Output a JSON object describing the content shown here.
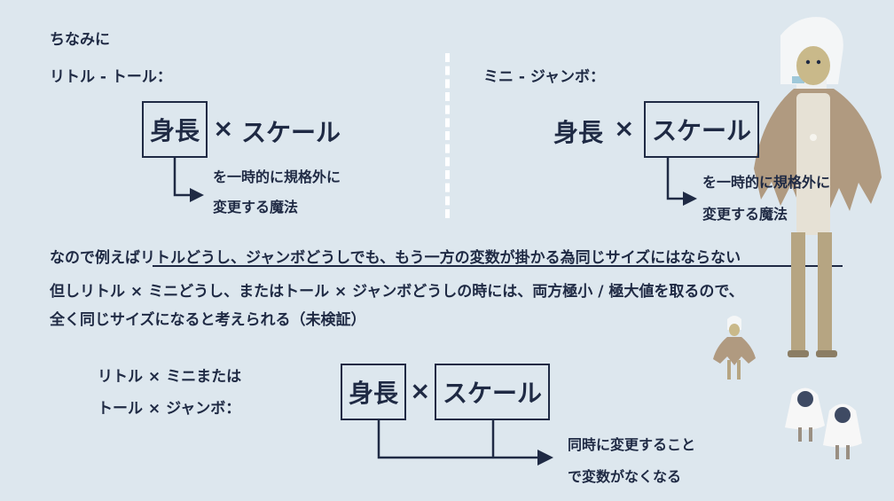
{
  "intro": "ちなみに",
  "left": {
    "heading": "リトル - トール：",
    "formula_a": "身長",
    "times": "×",
    "formula_b": "スケール",
    "note1": "を一時的に規格外に",
    "note2": "変更する魔法"
  },
  "right": {
    "heading": "ミニ - ジャンボ：",
    "formula_a": "身長",
    "times": "×",
    "formula_b": "スケール",
    "note1": "を一時的に規格外に",
    "note2": "変更する魔法"
  },
  "paragraph": {
    "line1": "なので例えばリトルどうし、ジャンボどうしでも、もう一方の変数が掛かる為同じサイズにはならない",
    "line2": "但しリトル × ミニどうし、またはトール × ジャンボどうしの時には、両方極小 / 極大値を取るので、",
    "line3": "全く同じサイズになると考えられる（未検証）"
  },
  "bottom": {
    "label1": "リトル × ミニまたは",
    "label2": "トール × ジャンボ：",
    "formula_a": "身長",
    "times": "×",
    "formula_b": "スケール",
    "note1": "同時に変更すること",
    "note2": "で変数がなくなる"
  },
  "colors": {
    "background": "#dde7ee",
    "ink": "#1f2a44",
    "cape": "#b09a80",
    "mask": "#c9b98a"
  },
  "icons": [
    "sky-child-large-icon",
    "sky-child-small-icon",
    "sky-child-white-icon"
  ]
}
